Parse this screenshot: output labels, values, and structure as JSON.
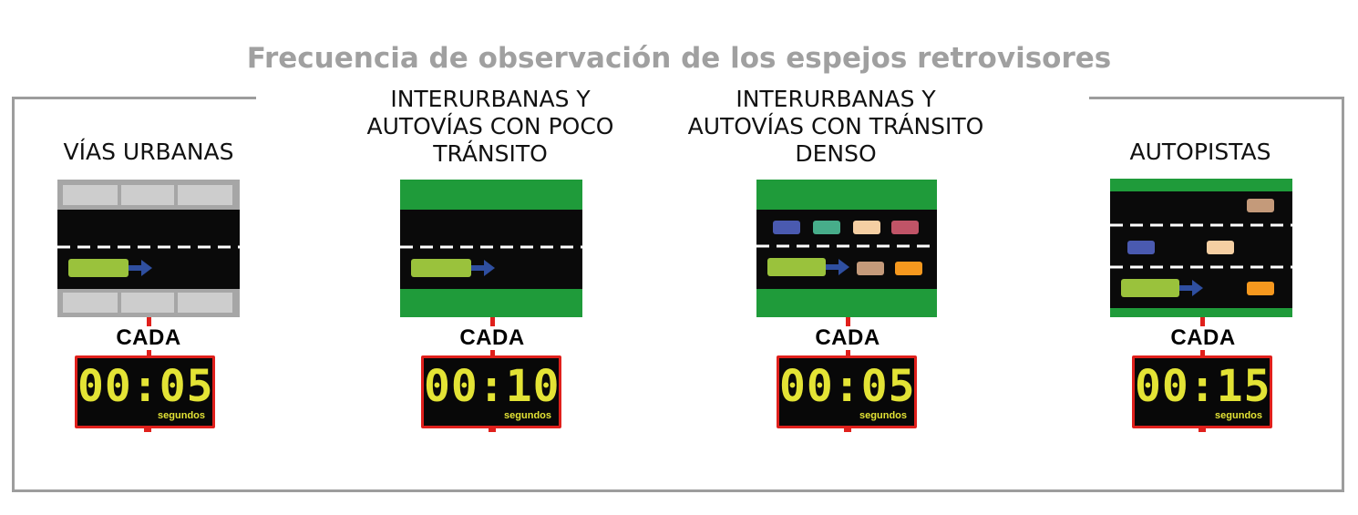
{
  "title": "Frecuencia de observación de los espejos retrovisores",
  "colors": {
    "frame": "#9d9d9d",
    "road": "#0a0a0a",
    "grass": "#1f9b3a",
    "building": "#b5b5b5",
    "own_car": "#9ac23c",
    "arrow": "#2f4fa0",
    "timer_border": "#e0201c",
    "digits": "#e3e335"
  },
  "panels": [
    {
      "title_lines": [
        "VÍAS URBANAS"
      ],
      "cada": "CADA",
      "time": "00:05",
      "unit": "segundos"
    },
    {
      "title_lines": [
        "INTERURBANAS Y",
        "AUTOVÍAS CON POCO",
        "TRÁNSITO"
      ],
      "cada": "CADA",
      "time": "00:10",
      "unit": "segundos"
    },
    {
      "title_lines": [
        "INTERURBANAS Y",
        "AUTOVÍAS CON TRÁNSITO",
        "DENSO"
      ],
      "cada": "CADA",
      "time": "00:05",
      "unit": "segundos"
    },
    {
      "title_lines": [
        "AUTOPISTAS"
      ],
      "cada": "CADA",
      "time": "00:15",
      "unit": "segundos"
    }
  ]
}
